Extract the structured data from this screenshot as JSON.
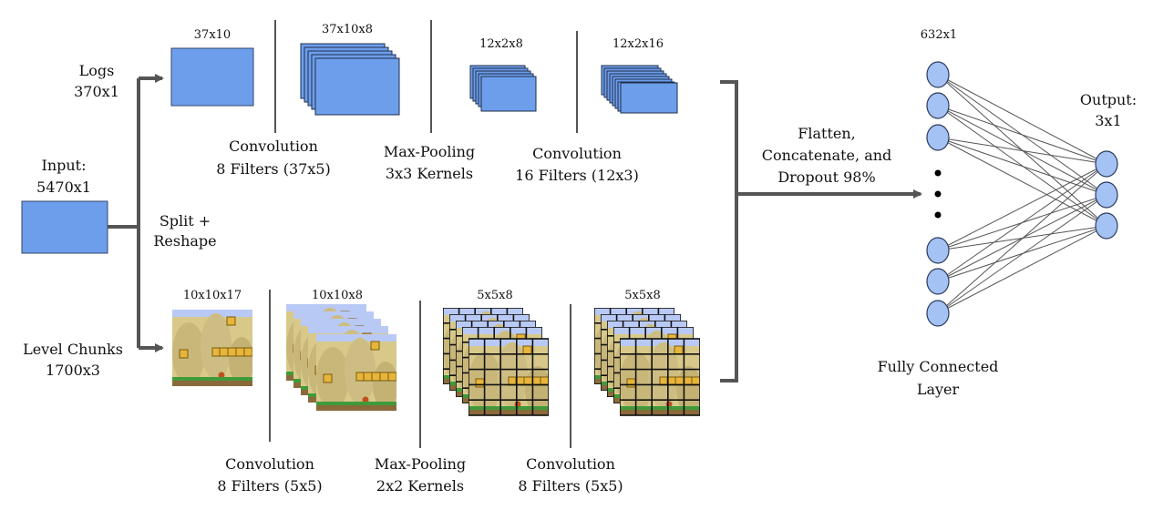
{
  "input": {
    "title": "Input:",
    "size": "5470x1"
  },
  "split": {
    "line1": "Split +",
    "line2": "Reshape"
  },
  "logs_branch": {
    "title": "Logs",
    "size": "370x1",
    "dims": [
      "37x10",
      "37x10x8",
      "12x2x8",
      "12x2x16"
    ],
    "ops": [
      {
        "line1": "Convolution",
        "line2": "8 Filters (37x5)"
      },
      {
        "line1": "Max-Pooling",
        "line2": "3x3 Kernels"
      },
      {
        "line1": "Convolution",
        "line2": "16 Filters (12x3)"
      }
    ]
  },
  "level_branch": {
    "title": "Level Chunks",
    "size": "1700x3",
    "dims": [
      "10x10x17",
      "10x10x8",
      "5x5x8",
      "5x5x8"
    ],
    "ops": [
      {
        "line1": "Convolution",
        "line2": "8 Filters (5x5)"
      },
      {
        "line1": "Max-Pooling",
        "line2": "2x2 Kernels"
      },
      {
        "line1": "Convolution",
        "line2": "8 Filters (5x5)"
      }
    ]
  },
  "merge": {
    "line1": "Flatten,",
    "line2": "Concatenate, and",
    "line3": "Dropout 98%"
  },
  "fc": {
    "size": "632x1",
    "line1": "Fully Connected",
    "line2": "Layer"
  },
  "output": {
    "title": "Output:",
    "size": "3x1"
  },
  "colors": {
    "block_fill": "#6d9eeb",
    "block_stroke": "#34466b",
    "node_fill": "#a4c2f4",
    "arrow": "#555555",
    "level_sand": "#d8c98a",
    "level_hill": "#c9b77a",
    "level_grass": "#3f9b3a",
    "level_sky": "#b9c9f5"
  }
}
